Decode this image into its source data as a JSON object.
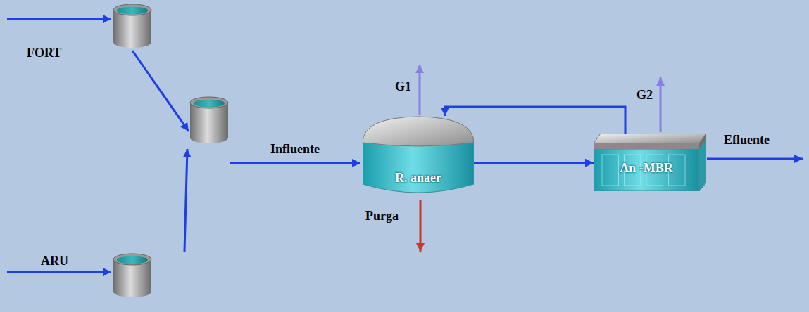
{
  "diagram": {
    "nodes": [
      {
        "text": [
          "R. anaer"
        ]
      },
      {
        "text": [
          "An -MBR"
        ]
      }
    ],
    "edges": [
      {
        "from": 0,
        "to": 1,
        "arrow": "to"
      },
      {
        "from": 1,
        "to": 0,
        "arrow": "to"
      }
    ],
    "labels": [
      "FORT",
      "ARU",
      "Influente",
      "G1",
      "G2",
      "Purga",
      "Efluente"
    ]
  }
}
